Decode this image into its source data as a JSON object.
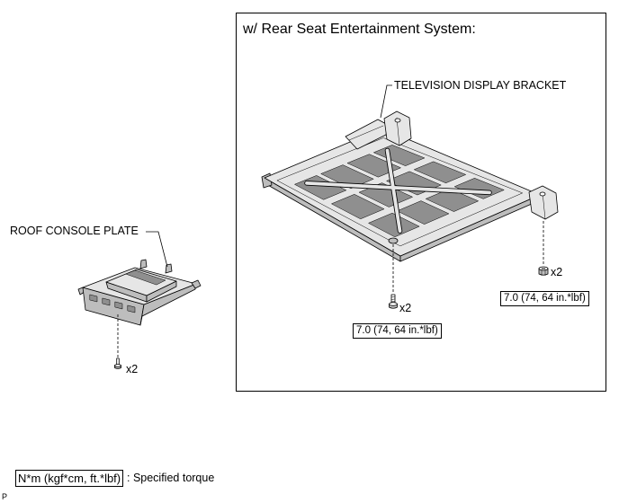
{
  "variant_box": {
    "title": "w/ Rear Seat Entertainment System:"
  },
  "parts": {
    "tv_bracket": {
      "label": "TELEVISION DISPLAY BRACKET"
    },
    "roof_console_plate": {
      "label": "ROOF CONSOLE PLATE"
    }
  },
  "fasteners": {
    "tv_bracket_bolt": {
      "icon": "bolt-icon",
      "quantity": "x2",
      "torque": "7.0 (74, 64 in.*lbf)"
    },
    "tv_bracket_nut": {
      "icon": "nut-icon",
      "quantity": "x2",
      "torque": "7.0 (74, 64 in.*lbf)"
    },
    "roof_console_screw": {
      "icon": "screw-icon",
      "quantity": "x2"
    }
  },
  "legend": {
    "torque_unit_box": "N*m (kgf*cm, ft.*lbf)",
    "torque_description": ": Specified torque"
  },
  "page_marker": "P",
  "colors": {
    "line": "#000000",
    "background": "#ffffff",
    "plate_fill": "#e6e6e6",
    "plate_shade": "#bdbdbd",
    "cutout_fill": "#8f8f8f"
  }
}
